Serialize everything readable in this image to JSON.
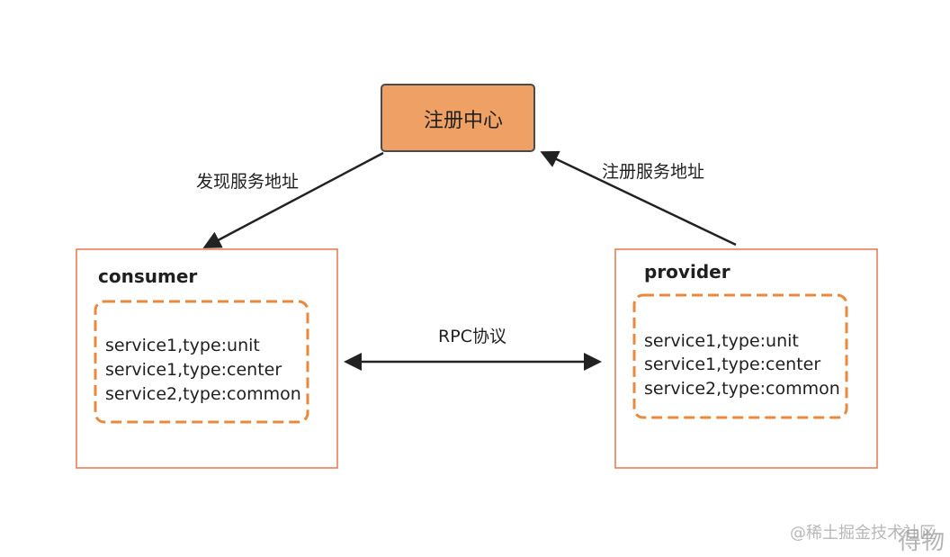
{
  "registry": {
    "label": "注册中心"
  },
  "edges": {
    "discover_label": "发现服务地址",
    "register_label": "注册服务地址",
    "rpc_label": "RPC协议"
  },
  "consumer": {
    "title": "consumer",
    "services": [
      "service1,type:unit",
      "service1,type:center",
      "service2,type:common"
    ]
  },
  "provider": {
    "title": "provider",
    "services": [
      "service1,type:unit",
      "service1,type:center",
      "service2,type:common"
    ]
  },
  "watermark": {
    "text": "@稀土掘金技术社区",
    "overlay": "得物"
  },
  "colors": {
    "registry_fill": "#EFA165",
    "registry_border": "#4A4A4A",
    "box_border": "#E7774B",
    "dashed_border": "#E88A3E",
    "arrow": "#222222",
    "watermark": "#B8B8B8"
  }
}
